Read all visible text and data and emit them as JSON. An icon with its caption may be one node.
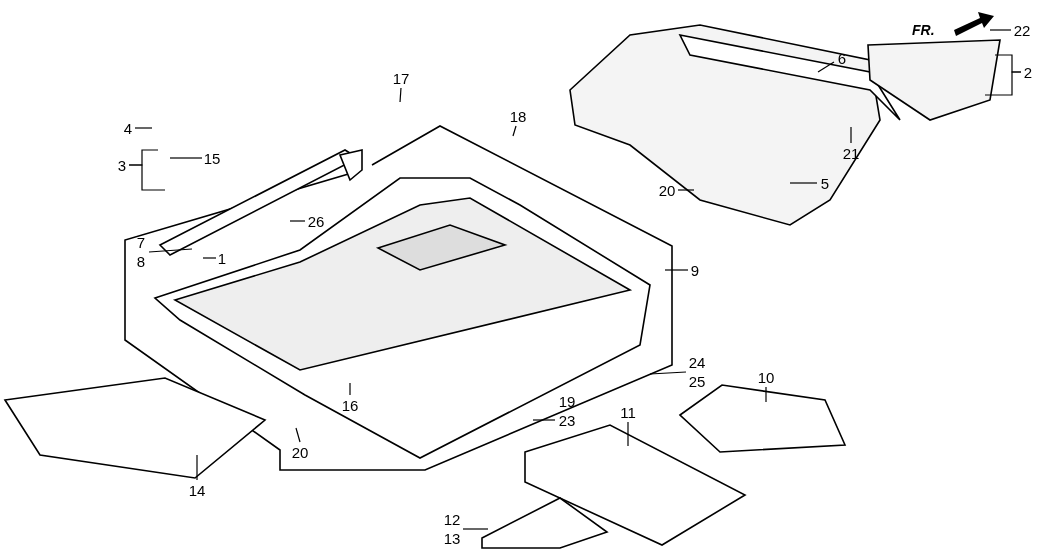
{
  "diagram": {
    "nodes": [
      {
        "text": [
          "17"
        ]
      },
      {
        "text": [
          "18"
        ]
      },
      {
        "text": [
          "4"
        ]
      },
      {
        "text": [
          "15"
        ]
      },
      {
        "text": [
          "3"
        ]
      },
      {
        "text": [
          "26"
        ]
      },
      {
        "text": [
          "7",
          "8"
        ]
      },
      {
        "text": [
          "1"
        ]
      },
      {
        "text": [
          "9"
        ]
      },
      {
        "text": [
          "22"
        ]
      },
      {
        "text": [
          "2"
        ]
      },
      {
        "text": [
          "6"
        ]
      },
      {
        "text": [
          "21"
        ]
      },
      {
        "text": [
          "5"
        ]
      },
      {
        "text": [
          "20"
        ]
      },
      {
        "text": [
          "24",
          "25"
        ]
      },
      {
        "text": [
          "10"
        ]
      },
      {
        "text": [
          "11"
        ]
      },
      {
        "text": [
          "19",
          "23"
        ]
      },
      {
        "text": [
          "16"
        ]
      },
      {
        "text": [
          "20"
        ]
      },
      {
        "text": [
          "14"
        ]
      },
      {
        "text": [
          "12",
          "13"
        ]
      }
    ],
    "edges": [
      {
        "from": 0,
        "to": null,
        "arrow": "none"
      },
      {
        "from": 1,
        "to": null,
        "arrow": "none"
      },
      {
        "from": 2,
        "to": null,
        "arrow": "none"
      },
      {
        "from": 3,
        "to": null,
        "arrow": "none"
      },
      {
        "from": 4,
        "to": null,
        "arrow": "none"
      },
      {
        "from": 4,
        "to": null,
        "arrow": "none"
      },
      {
        "from": 5,
        "to": null,
        "arrow": "none"
      },
      {
        "from": 6,
        "to": null,
        "arrow": "none"
      },
      {
        "from": 7,
        "to": null,
        "arrow": "none"
      },
      {
        "from": 8,
        "to": null,
        "arrow": "none"
      },
      {
        "from": 9,
        "to": null,
        "arrow": "none"
      },
      {
        "from": 10,
        "to": null,
        "arrow": "none"
      },
      {
        "from": 10,
        "to": null,
        "arrow": "none"
      },
      {
        "from": 11,
        "to": null,
        "arrow": "none"
      },
      {
        "from": 12,
        "to": null,
        "arrow": "none"
      },
      {
        "from": 13,
        "to": null,
        "arrow": "none"
      },
      {
        "from": 14,
        "to": null,
        "arrow": "none"
      },
      {
        "from": 15,
        "to": null,
        "arrow": "none"
      },
      {
        "from": 16,
        "to": null,
        "arrow": "none"
      },
      {
        "from": 17,
        "to": null,
        "arrow": "none"
      },
      {
        "from": 18,
        "to": null,
        "arrow": "none"
      },
      {
        "from": 19,
        "to": null,
        "arrow": "none"
      },
      {
        "from": 20,
        "to": null,
        "arrow": "none"
      },
      {
        "from": 21,
        "to": null,
        "arrow": "none"
      },
      {
        "from": 22,
        "to": null,
        "arrow": "none"
      }
    ],
    "labels": [
      "FR."
    ]
  }
}
